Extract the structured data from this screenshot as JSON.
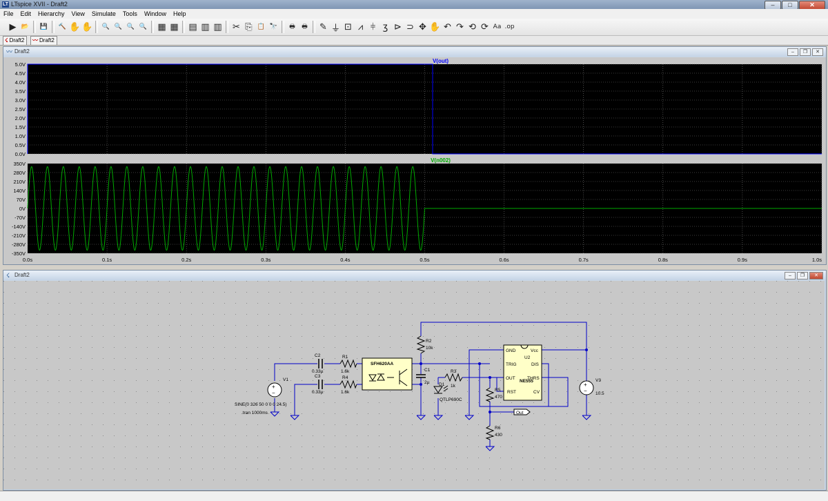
{
  "app": {
    "title": "LTspice XVII - Draft2",
    "icon": "ltspice-logo-icon"
  },
  "menu": [
    "File",
    "Edit",
    "Hierarchy",
    "View",
    "Simulate",
    "Tools",
    "Window",
    "Help"
  ],
  "toolbar": {
    "buttons": [
      {
        "name": "run-icon",
        "glyph": "▶"
      },
      {
        "name": "open-icon",
        "glyph": "📂"
      },
      {
        "name": "sep"
      },
      {
        "name": "save-icon",
        "glyph": "💾"
      },
      {
        "name": "sep"
      },
      {
        "name": "control-panel-icon",
        "glyph": "🔨"
      },
      {
        "name": "halt-icon",
        "glyph": "✋"
      },
      {
        "name": "pan-icon",
        "glyph": "✋"
      },
      {
        "name": "sep"
      },
      {
        "name": "zoom-in-icon",
        "glyph": "🔍"
      },
      {
        "name": "zoom-pan-icon",
        "glyph": "🔍"
      },
      {
        "name": "zoom-out-icon",
        "glyph": "🔍"
      },
      {
        "name": "zoom-fit-icon",
        "glyph": "🔍"
      },
      {
        "name": "sep"
      },
      {
        "name": "autorange-icon",
        "glyph": "▦"
      },
      {
        "name": "mark-icon",
        "glyph": "▦"
      },
      {
        "name": "sep"
      },
      {
        "name": "tile-horizontal-icon",
        "glyph": "▤"
      },
      {
        "name": "cascade-icon",
        "glyph": "▥"
      },
      {
        "name": "tile-vertical-icon",
        "glyph": "▥"
      },
      {
        "name": "sep"
      },
      {
        "name": "cut-icon",
        "glyph": "✂"
      },
      {
        "name": "copy-icon",
        "glyph": "⎘"
      },
      {
        "name": "paste-icon",
        "glyph": "📋"
      },
      {
        "name": "find-icon",
        "glyph": "🔭"
      },
      {
        "name": "sep"
      },
      {
        "name": "print-setup-icon",
        "glyph": "🖶"
      },
      {
        "name": "print-icon",
        "glyph": "🖶"
      },
      {
        "name": "sep"
      },
      {
        "name": "draw-wire-icon",
        "glyph": "✎"
      },
      {
        "name": "ground-icon",
        "glyph": "⏚"
      },
      {
        "name": "label-net-icon",
        "glyph": "⊡"
      },
      {
        "name": "resistor-icon",
        "glyph": "⩘"
      },
      {
        "name": "capacitor-icon",
        "glyph": "⫩"
      },
      {
        "name": "inductor-icon",
        "glyph": "ʒ"
      },
      {
        "name": "diode-icon",
        "glyph": "⊳"
      },
      {
        "name": "component-icon",
        "glyph": "⊃"
      },
      {
        "name": "move-icon",
        "glyph": "✥"
      },
      {
        "name": "drag-icon",
        "glyph": "✋"
      },
      {
        "name": "undo-icon",
        "glyph": "↶"
      },
      {
        "name": "redo-icon",
        "glyph": "↷"
      },
      {
        "name": "rotate-icon",
        "glyph": "⟲"
      },
      {
        "name": "mirror-icon",
        "glyph": "⟳"
      },
      {
        "name": "text-icon",
        "glyph": "Aa"
      },
      {
        "name": "spice-directive-icon",
        "glyph": ".op"
      }
    ]
  },
  "tabs": [
    {
      "label": "Draft2",
      "icon": "schematic-icon"
    },
    {
      "label": "Draft2",
      "icon": "waveform-icon"
    }
  ],
  "plot_window": {
    "title": "Draft2"
  },
  "schematic_window": {
    "title": "Draft2"
  },
  "chart_data": [
    {
      "type": "line",
      "title": "V(out)",
      "series": [
        {
          "name": "V(out)",
          "color": "#0000ff",
          "x": [
            0,
            0.0,
            0.51,
            0.51,
            1.0
          ],
          "y": [
            0,
            5.0,
            5.0,
            0,
            0
          ]
        }
      ],
      "ylim": [
        0,
        5.0
      ],
      "yticks": [
        "5.0V",
        "4.5V",
        "4.0V",
        "3.5V",
        "3.0V",
        "2.5V",
        "2.0V",
        "1.5V",
        "1.0V",
        "0.5V",
        "0.0V"
      ],
      "grid": true
    },
    {
      "type": "line",
      "title": "V(n002)",
      "series": [
        {
          "name": "V(n002)",
          "color": "#00aa00",
          "waveform": "sine",
          "amplitude": 326,
          "frequency": 50,
          "stop_time": 0.5,
          "after_stop": 0
        }
      ],
      "ylim": [
        -350,
        350
      ],
      "yticks": [
        "350V",
        "280V",
        "210V",
        "140V",
        "70V",
        "0V",
        "-70V",
        "-140V",
        "-210V",
        "-280V",
        "-350V"
      ],
      "xticks": [
        "0.0s",
        "0.1s",
        "0.2s",
        "0.3s",
        "0.4s",
        "0.5s",
        "0.6s",
        "0.7s",
        "0.8s",
        "0.9s",
        "1.0s"
      ],
      "xlim": [
        0,
        1.0
      ],
      "grid": true
    }
  ],
  "schematic": {
    "labels": {
      "c2": "C2",
      "c2v": "0.33µ",
      "c3": "C3",
      "c3v": "0.33µ",
      "r1": "R1",
      "r1v": "1.6k",
      "r4": "R4",
      "r4v": "1.6k",
      "opto": "SFH620AA",
      "c1": "C1",
      "c1v": "2µ",
      "r2": "R2",
      "r2v": "10k",
      "r3": "R3",
      "r3v": "1k",
      "d1": "D1",
      "d1v": "QTLP690C",
      "r5": "R5",
      "r5v": "470",
      "r6": "R6",
      "r6v": "430",
      "u2": "U2",
      "ne555": "NE555",
      "gnd": "GND",
      "trig": "TRIG",
      "out": "OUT",
      "rst": "RST",
      "vcc": "Vcc",
      "dis": "DIS",
      "thrs": "THRS",
      "cv": "CV",
      "outlabel": "Out",
      "v1": "V1",
      "v1v": "SINE(0 326 50 0 0 0 24.5)",
      "tran": ".tran 1000ms",
      "v3": "V3",
      "v3v": "10.5"
    }
  }
}
